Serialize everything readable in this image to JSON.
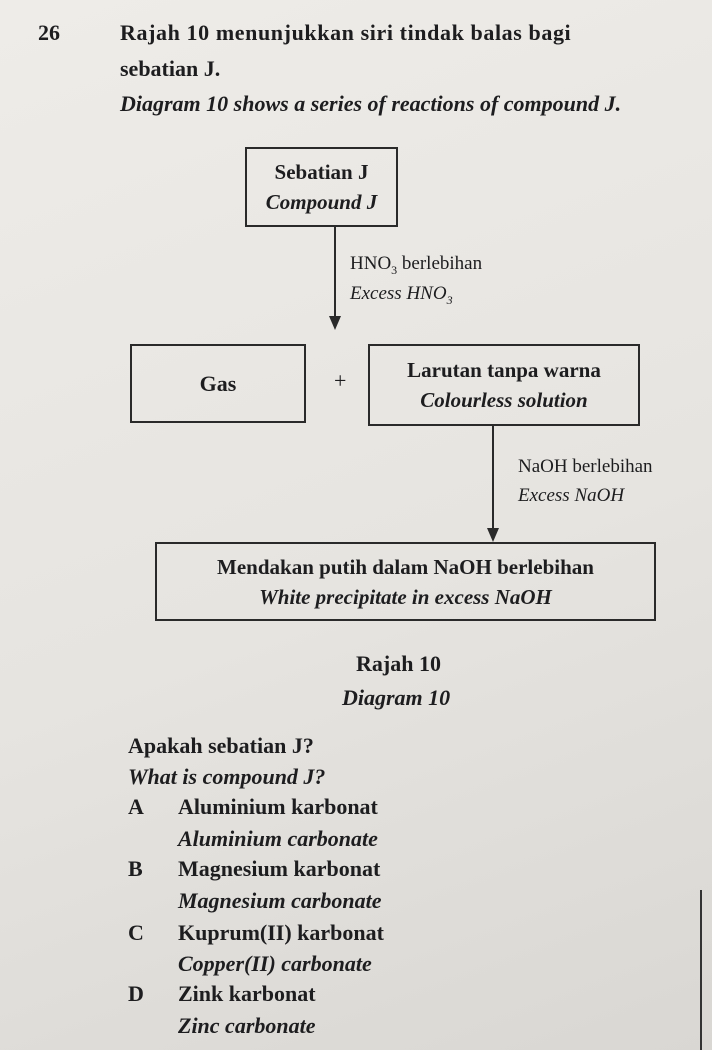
{
  "question": {
    "number": "26",
    "line1_ms": "Rajah 10 menunjukkan siri tindak balas bagi",
    "line2_ms": "sebatian J.",
    "line_en": "Diagram 10 shows a series of reactions of compound J."
  },
  "diagram": {
    "start_box": {
      "ms": "Sebatian J",
      "en": "Compound J"
    },
    "step1": {
      "ms_prefix": "HNO",
      "ms_sub": "3",
      "ms_suffix": " berlebihan",
      "en_prefix": "Excess HNO",
      "en_sub": "3"
    },
    "gas_box": "Gas",
    "plus": "+",
    "solution_box": {
      "ms": "Larutan tanpa warna",
      "en": "Colourless solution"
    },
    "step2": {
      "ms": "NaOH berlebihan",
      "en": "Excess NaOH"
    },
    "precipitate_box": {
      "ms": "Mendakan putih dalam NaOH berlebihan",
      "en": "White precipitate in excess NaOH"
    },
    "caption_ms": "Rajah 10",
    "caption_en": "Diagram 10"
  },
  "prompt": {
    "ms": "Apakah sebatian J?",
    "en": "What is compound J?"
  },
  "options": [
    {
      "letter": "A",
      "ms": "Aluminium karbonat",
      "en": "Aluminium carbonate"
    },
    {
      "letter": "B",
      "ms": "Magnesium karbonat",
      "en": "Magnesium carbonate"
    },
    {
      "letter": "C",
      "ms": "Kuprum(II) karbonat",
      "en": "Copper(II) carbonate"
    },
    {
      "letter": "D",
      "ms": "Zink karbonat",
      "en": "Zinc carbonate"
    }
  ]
}
